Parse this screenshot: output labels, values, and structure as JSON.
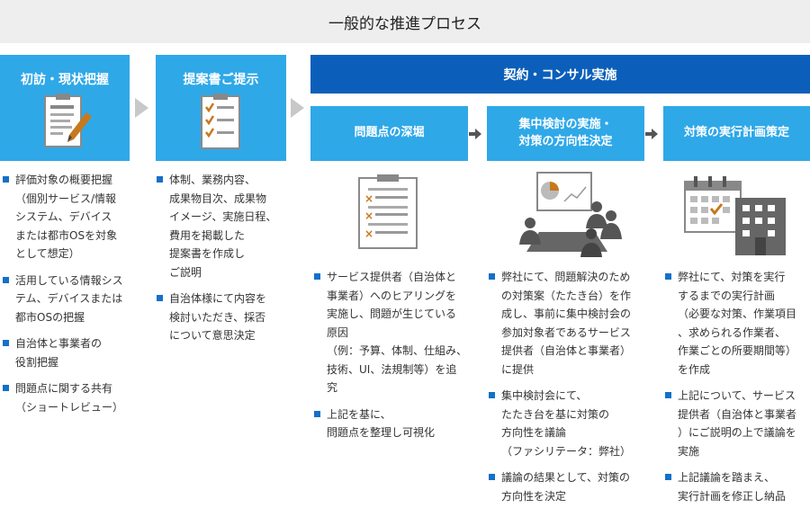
{
  "title": "一般的な推進プロセス",
  "colors": {
    "phase": "#2fa8e8",
    "contract_band": "#0b5fba",
    "bullet": "#1470c8",
    "arrow": "#c8c8c8"
  },
  "phases": [
    {
      "label": "初訪・現状把握",
      "icon": "clipboard-pencil-icon",
      "bullets": [
        "評価対象の概要把握\n（個別サービス/情報\nシステム、デバイス\nまたは都市OSを対象\nとして想定）",
        "活用している情報シス\nテム、デバイスまたは\n都市OSの把握",
        "自治体と事業者の\n役割把握",
        "問題点に関する共有\n（ショートレビュー）"
      ]
    },
    {
      "label": "提案書ご提示",
      "icon": "checklist-icon",
      "bullets": [
        "体制、業務内容、\n成果物目次、成果物\nイメージ、実施日程、\n費用を掲載した\n提案書を作成し\nご説明",
        "自治体様にて内容を\n検討いただき、採否\nについて意思決定"
      ]
    }
  ],
  "contract": {
    "label": "契約・コンサル実施",
    "steps": [
      {
        "label": "問題点の深堀",
        "icon": "cross-list-icon",
        "bullets": [
          "サービス提供者（自治体と\n事業者）へのヒアリングを\n実施し、問題が生じている\n原因\n（例：予算、体制、仕組み、\n技術、UI、法規制等）を追\n究",
          "上記を基に、\n問題点を整理し可視化"
        ]
      },
      {
        "label_lines": [
          "集中検討の実施・",
          "対策の方向性決定"
        ],
        "icon": "meeting-icon",
        "bullets": [
          "弊社にて、問題解決のため\nの対策案（たたき台）を作\n成し、事前に集中検討会の\n参加対象者であるサービス\n提供者（自治体と事業者）\nに提供",
          "集中検討会にて、\nたたき台を基に対策の\n方向性を議論\n（ファシリテータ：弊社）",
          "議論の結果として、対策の\n方向性を決定"
        ]
      },
      {
        "label": "対策の実行計画策定",
        "icon": "calendar-building-icon",
        "bullets": [
          "弊社にて、対策を実行\nするまでの実行計画\n（必要な対策、作業項目\n、求められる作業者、\n作業ごとの所要期間等）\nを作成",
          "上記について、サービス\n提供者（自治体と事業者\n）にご説明の上で議論を\n実施",
          "上記議論を踏まえ、\n実行計画を修正し納品"
        ]
      }
    ]
  }
}
